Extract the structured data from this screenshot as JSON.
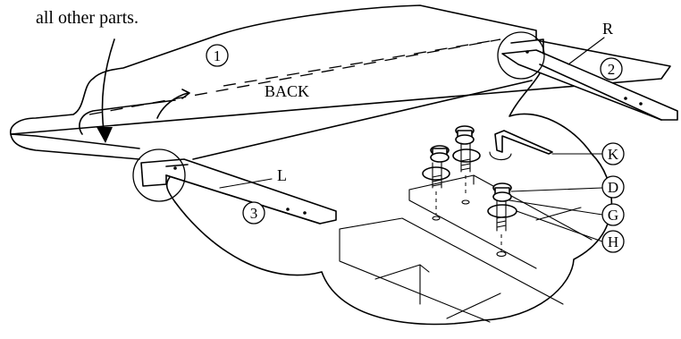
{
  "instruction_text": "all other parts.",
  "panel_label": "BACK",
  "part_numbers": {
    "top_panel": "1",
    "right_rail": "2",
    "left_rail": "3"
  },
  "side_labels": {
    "right": "R",
    "left": "L"
  },
  "hardware_labels": {
    "k": "K",
    "d": "D",
    "g": "G",
    "h": "H"
  }
}
